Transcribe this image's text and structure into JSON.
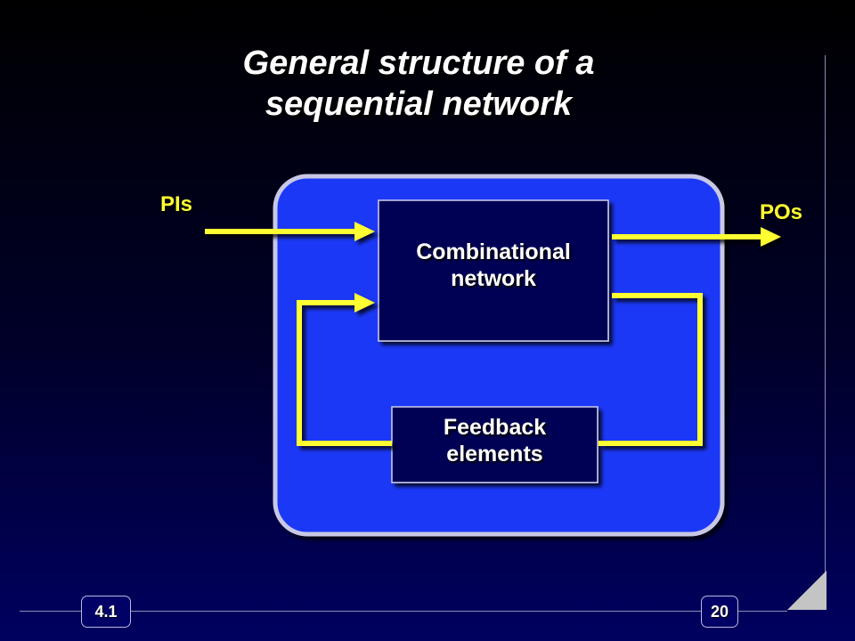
{
  "slide": {
    "title_line1": "General structure of a",
    "title_line2": "sequential network",
    "section_number": "4.1",
    "page_number": "20"
  },
  "diagram": {
    "input_label": "PIs",
    "output_label": "POs",
    "combinational_node": {
      "line1": "Combinational",
      "line2": "network"
    },
    "feedback_node": {
      "line1": "Feedback",
      "line2": "elements"
    }
  },
  "colors": {
    "background_top": "#000000",
    "background_bottom": "#000060",
    "panel_fill": "#1c37f7",
    "panel_border": "#c8c8e6",
    "node_fill": "#000055",
    "wire": "#ffff33",
    "label_text": "#ffff33",
    "title_text": "#ffffff"
  }
}
